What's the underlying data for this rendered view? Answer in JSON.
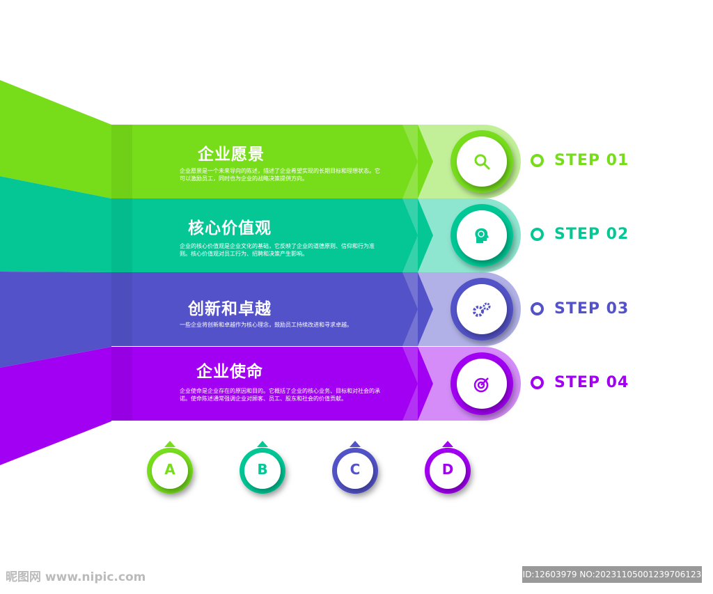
{
  "colors": {
    "green": "#77dd1a",
    "teal": "#05c796",
    "blue": "#5352c9",
    "purple": "#a100f2"
  },
  "steps": [
    {
      "title": "企业愿景",
      "desc": "企业愿景是一个未来导向的陈述，描述了企业希望实现的长期目标和理想状态。它可以激励员工，同时也为企业的战略决策提供方向。",
      "label": "STEP 01",
      "icon": "search-icon",
      "letter": "A"
    },
    {
      "title": "核心价值观",
      "desc": "企业的核心价值观是企业文化的基础，它反映了企业的道德原则、信仰和行为准则。核心价值观对员工行为、招聘和决策产生影响。",
      "label": "STEP 02",
      "icon": "brain-head-icon",
      "letter": "B"
    },
    {
      "title": "创新和卓越",
      "desc": "一些企业将创新和卓越作为核心理念，鼓励员工持续改进和寻求卓越。",
      "label": "STEP 03",
      "icon": "gears-icon",
      "letter": "C"
    },
    {
      "title": "企业使命",
      "desc": "企业使命是企业存在的原因和目的。它概括了企业的核心业务、目标和对社会的承诺。使命陈述通常强调企业对顾客、员工、股东和社会的价值贡献。",
      "label": "STEP 04",
      "icon": "target-icon",
      "letter": "D"
    }
  ],
  "watermark": {
    "site": "昵图网 www.nipic.com",
    "id": "ID:12603979 NO:20231105001239706123"
  }
}
